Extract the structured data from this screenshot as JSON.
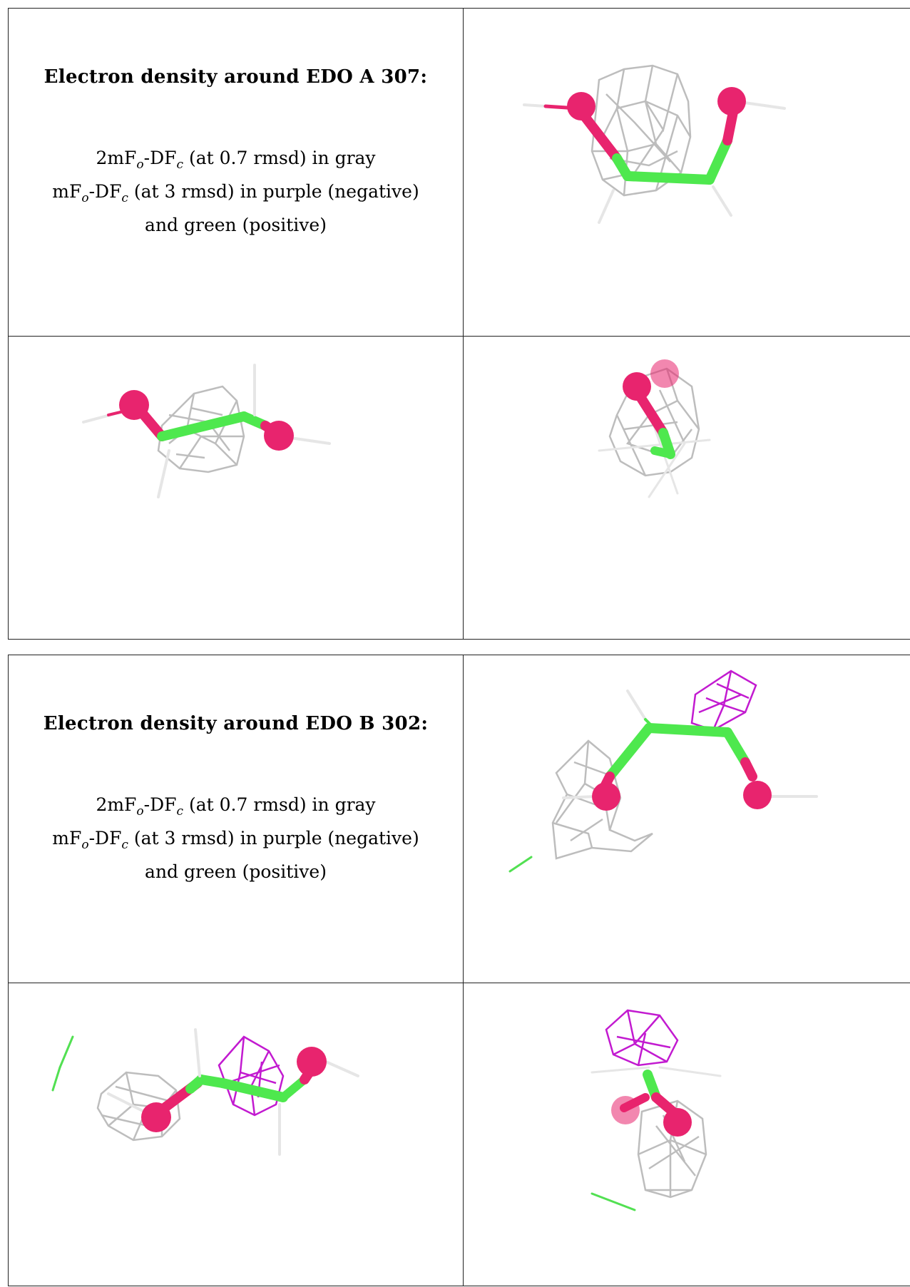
{
  "panels": [
    {
      "title": "Electron density around EDO A 307:",
      "line1": {
        "prefix": "2mF",
        "s1": "o",
        "mid": "-DF",
        "s2": "c",
        "suffix": " (at 0.7 rmsd) in gray"
      },
      "line2": {
        "prefix": "mF",
        "s1": "o",
        "mid": "-DF",
        "s2": "c",
        "suffix": " (at 3 rmsd) in purple (negative)"
      },
      "line3": "and green (positive)"
    },
    {
      "title": "Electron density around EDO B 302:",
      "line1": {
        "prefix": "2mF",
        "s1": "o",
        "mid": "-DF",
        "s2": "c",
        "suffix": " (at 0.7 rmsd) in gray"
      },
      "line2": {
        "prefix": "mF",
        "s1": "o",
        "mid": "-DF",
        "s2": "c",
        "suffix": " (at 3 rmsd) in purple (negative)"
      },
      "line3": "and green (positive)"
    }
  ],
  "colors": {
    "density_2fofc": "#bdbdbd",
    "density_negative": "#c21ad0",
    "density_positive": "#52e052",
    "carbon": "#4ee84e",
    "oxygen": "#e8246e",
    "hydrogen": "#e6e6e6",
    "border": "#222222"
  },
  "icons": [
    "molecule-render-a1",
    "molecule-render-a2",
    "molecule-render-a3",
    "molecule-render-b1",
    "molecule-render-b2",
    "molecule-render-b3"
  ]
}
